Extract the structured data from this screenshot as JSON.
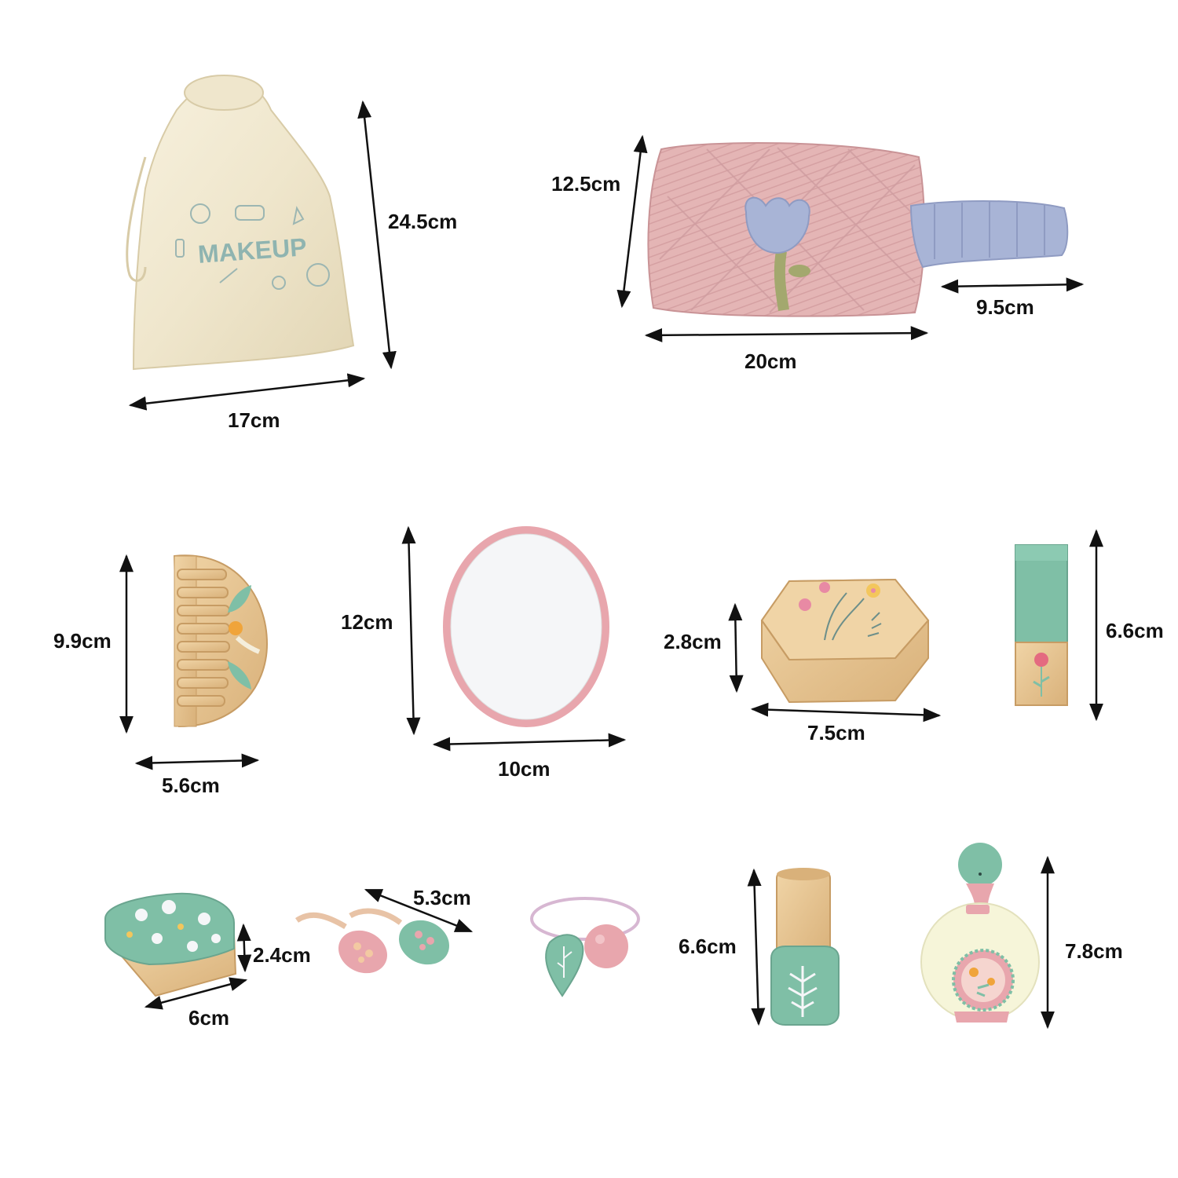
{
  "items": {
    "drawstring_bag": {
      "print": "MAKEUP",
      "height": "24.5cm",
      "width": "17cm"
    },
    "cosmetic_pouch": {
      "height": "12.5cm",
      "width": "20cm",
      "strap_length": "9.5cm"
    },
    "comb": {
      "height": "9.9cm",
      "width": "5.6cm"
    },
    "mirror": {
      "height": "12cm",
      "width": "10cm"
    },
    "hex_box": {
      "height": "2.8cm",
      "width": "7.5cm"
    },
    "lipstick": {
      "height": "6.6cm"
    },
    "compact": {
      "height": "2.4cm",
      "width": "6cm"
    },
    "hair_clips": {
      "length": "5.3cm"
    },
    "nail_polish": {
      "height": "6.6cm"
    },
    "perfume": {
      "height": "7.8cm"
    }
  },
  "colors": {
    "mint": "#7fbfa6",
    "pink": "#e8a6ad",
    "wood": "#e6c590",
    "cream": "#f4eedc",
    "lavender": "#a8b4d6",
    "arrow": "#111111"
  }
}
